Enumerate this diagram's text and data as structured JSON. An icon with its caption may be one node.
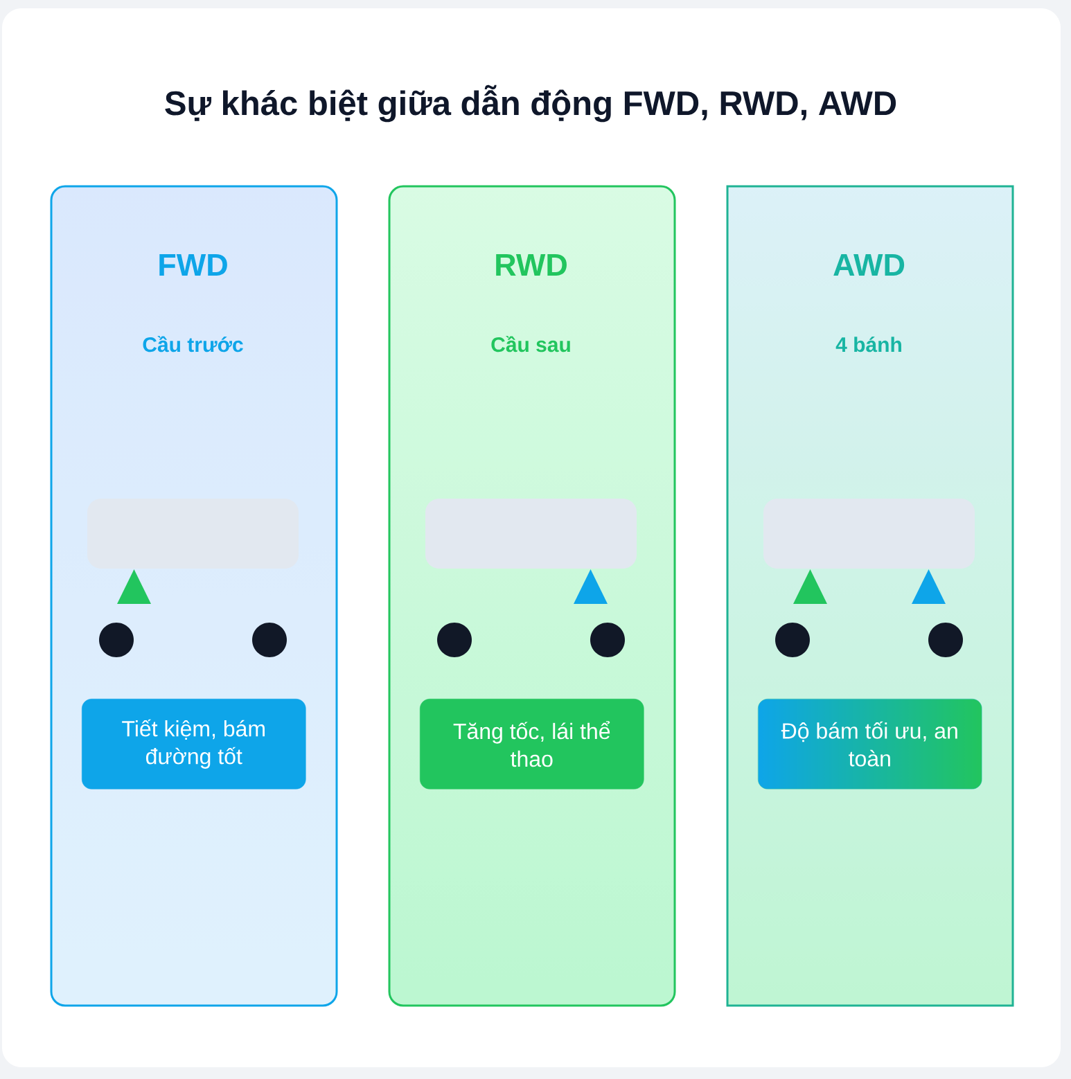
{
  "diagram": {
    "title": "Sự khác biệt giữa dẫn động FWD, RWD, AWD",
    "nodes": [
      {
        "text": [
          "FWD",
          "Cầu trước"
        ]
      },
      {
        "text": [
          "Tiết kiệm, bám đường tốt"
        ],
        "in": 0
      },
      {
        "text": [
          "RWD",
          "Cầu sau"
        ]
      },
      {
        "text": [
          "Tăng tốc, lái thể thao"
        ],
        "in": 2
      },
      {
        "text": [
          "AWD",
          "4 bánh"
        ]
      },
      {
        "text": [
          "Độ bám tối ưu, an toàn"
        ],
        "in": 4
      }
    ]
  }
}
